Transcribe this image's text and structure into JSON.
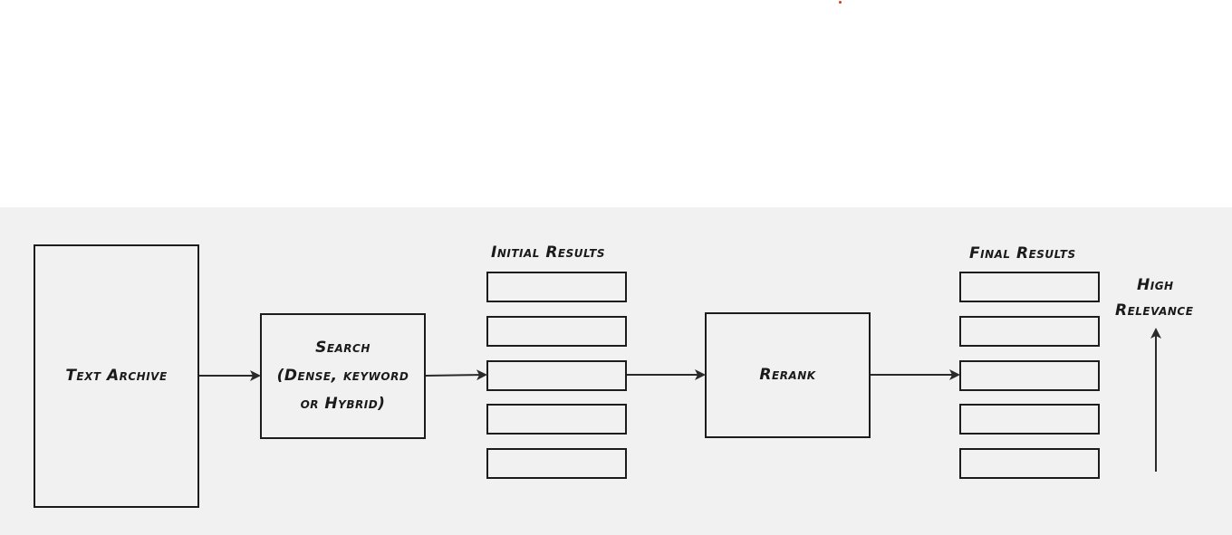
{
  "diagram": {
    "nodes": {
      "text_archive": "Text Archive",
      "search_line1": "Search",
      "search_line2": "(Dense, keyword",
      "search_line3": "or Hybrid)",
      "rerank": "Rerank"
    },
    "initial_results": {
      "heading": "Initial Results",
      "slot_count": 5
    },
    "final_results": {
      "heading": "Final Results",
      "slot_count": 5
    },
    "relevance": {
      "line1": "High",
      "line2": "Relevance"
    },
    "edges": [
      [
        "text_archive",
        "search"
      ],
      [
        "search",
        "initial_results"
      ],
      [
        "initial_results",
        "rerank"
      ],
      [
        "rerank",
        "final_results"
      ]
    ],
    "colors": {
      "background_panel": "#f1f1f1",
      "stroke": "#1c1c1c",
      "marker": "#d9391c"
    }
  }
}
